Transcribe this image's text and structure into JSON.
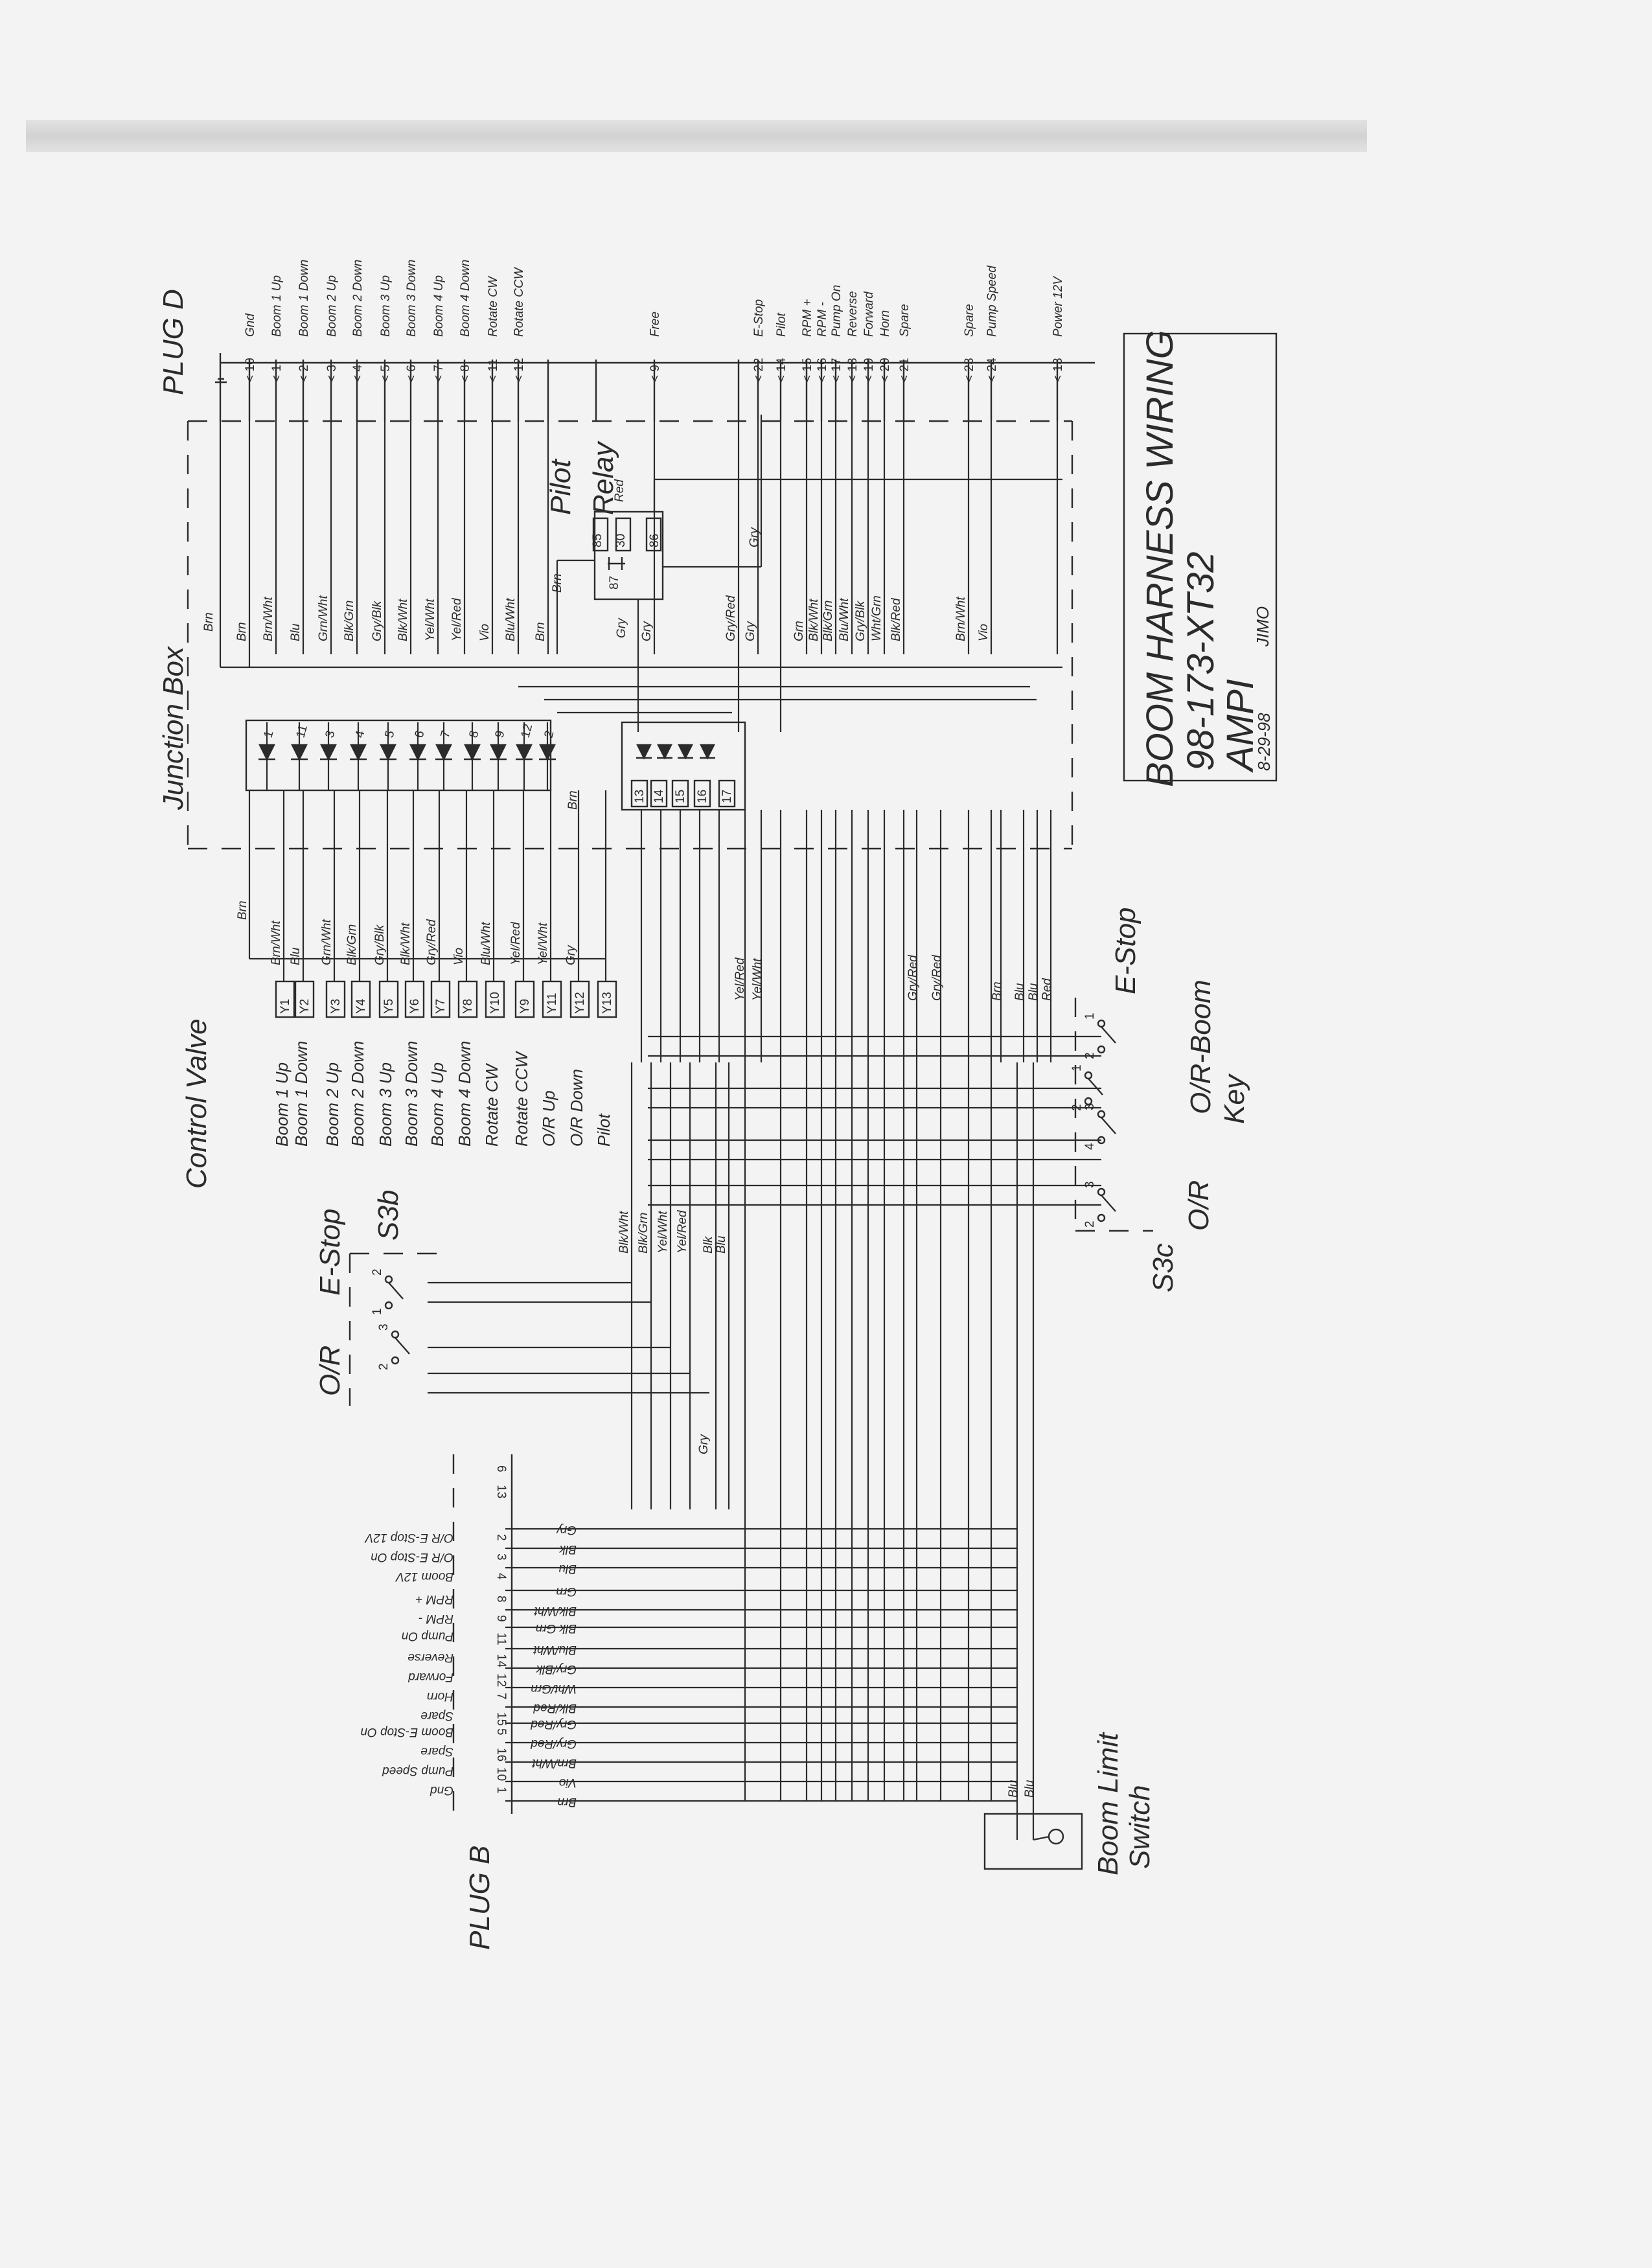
{
  "title_block": {
    "title": "BOOM HARNESS WIRING",
    "part_number": "98-173-XT32",
    "company": "AMPI",
    "date": "8-29-98",
    "author": "JIMO"
  },
  "labels": {
    "junction_box": "Junction Box",
    "plug_d": "PLUG D",
    "control_valve": "Control Valve",
    "pilot_relay_line1": "Pilot",
    "pilot_relay_line2": "Relay",
    "plug_b": "PLUG B",
    "s3b": "S3b",
    "s3b_estop": "E-Stop",
    "s3b_or": "O/R",
    "s3c": "S3c",
    "s3c_estop": "E-Stop",
    "s3c_or_boom": "O/R-Boom",
    "s3c_key": "Key",
    "s3c_or": "O/R",
    "boom_limit_line1": "Boom Limit",
    "boom_limit_line2": "Switch"
  },
  "relay": {
    "pins": [
      "85",
      "30",
      "86",
      "87"
    ],
    "wires": [
      "Red",
      "Brn",
      "Gry",
      "Gry"
    ]
  },
  "plug_d": {
    "groups": [
      {
        "wire": "Brn",
        "pin": "10",
        "func": "Gnd"
      },
      {
        "wire": "Brn/Wht",
        "pin": "1",
        "func": "Boom 1 Up"
      },
      {
        "wire": "Blu",
        "pin": "2",
        "func": "Boom 1 Down"
      },
      {
        "wire": "Grn/Wht",
        "pin": "3",
        "func": "Boom 2 Up"
      },
      {
        "wire": "Blk/Grn",
        "pin": "4",
        "func": "Boom 2 Down"
      },
      {
        "wire": "Gry/Blk",
        "pin": "5",
        "func": "Boom 3 Up"
      },
      {
        "wire": "Blk/Wht",
        "pin": "6",
        "func": "Boom 3 Down"
      },
      {
        "wire": "Yel/Wht",
        "pin": "7",
        "func": "Boom 4 Up"
      },
      {
        "wire": "Yel/Red",
        "pin": "8",
        "func": "Boom 4 Down"
      },
      {
        "wire": "Vio",
        "pin": "11",
        "func": "Rotate CW"
      },
      {
        "wire": "Blu/Wht",
        "pin": "12",
        "func": "Rotate CCW"
      },
      {
        "wire": "Brn",
        "pin": "",
        "func": ""
      },
      {
        "wire": "",
        "pin": "",
        "func": ""
      },
      {
        "wire": "Gry",
        "pin": "9",
        "func": "Free"
      },
      {
        "wire": "Gry/Red",
        "pin": "",
        "func": ""
      },
      {
        "wire": "Gry",
        "pin": "22",
        "func": "E-Stop"
      },
      {
        "wire": "",
        "pin": "14",
        "func": "Pilot"
      },
      {
        "wire": "Grn",
        "pin": "15",
        "func": "RPM +"
      },
      {
        "wire": "Blk/Wht",
        "pin": "16",
        "func": "RPM -"
      },
      {
        "wire": "Blk/Grn",
        "pin": "17",
        "func": "Pump On"
      },
      {
        "wire": "Blu/Wht",
        "pin": "18",
        "func": "Reverse"
      },
      {
        "wire": "Gry/Blk",
        "pin": "19",
        "func": "Forward"
      },
      {
        "wire": "Wht/Grn",
        "pin": "20",
        "func": "Horn"
      },
      {
        "wire": "Blk/Red",
        "pin": "21",
        "func": "Spare"
      },
      {
        "wire": "Brn/Wht",
        "pin": "23",
        "func": "Spare"
      },
      {
        "wire": "Vio",
        "pin": "24",
        "func": "Pump Speed"
      },
      {
        "wire": "",
        "pin": "13",
        "func": "Power 12V"
      }
    ]
  },
  "diode_numbers_a": [
    "1",
    "11",
    "3",
    "4",
    "5",
    "6",
    "7",
    "8",
    "9",
    "12",
    "2"
  ],
  "diode_numbers_b": [
    "13",
    "14",
    "15",
    "16",
    "17"
  ],
  "cv_solenoids": [
    {
      "wire": "Brn/Wht",
      "id": "Y1",
      "func": "Boom 1 Up"
    },
    {
      "wire": "Blu",
      "id": "Y2",
      "func": "Boom 1 Down"
    },
    {
      "wire": "Grn/Wht",
      "id": "Y3",
      "func": "Boom 2 Up"
    },
    {
      "wire": "Blk/Grn",
      "id": "Y4",
      "func": "Boom 2 Down"
    },
    {
      "wire": "Gry/Blk",
      "id": "Y5",
      "func": "Boom 3 Up"
    },
    {
      "wire": "Blk/Wht",
      "id": "Y6",
      "func": "Boom 3 Down"
    },
    {
      "wire": "Gry/Red",
      "id": "Y7",
      "func": "Boom 4 Up"
    },
    {
      "wire": "Vio",
      "id": "Y8",
      "func": "Boom 4 Down"
    },
    {
      "wire": "Blu/Wht",
      "id": "Y10",
      "func": "Rotate CW"
    },
    {
      "wire": "Yel/Red",
      "id": "Y9",
      "func": "Rotate CCW"
    },
    {
      "wire": "Yel/Wht",
      "id": "Y11",
      "func": "O/R Up"
    },
    {
      "wire": "Gry",
      "id": "Y12",
      "func": "O/R Down"
    },
    {
      "wire": "",
      "id": "Y13",
      "func": "Pilot"
    }
  ],
  "cv_ground": {
    "wire": "Brn"
  },
  "junction_box_wires": {
    "ground": "Brn",
    "center_ground": "Brn"
  },
  "middle_wires": {
    "yel_red": "Yel/Red",
    "yel_wht": "Yel/Wht",
    "gry_red_1": "Gry/Red",
    "gry_red_2": "Gry/Red",
    "brn": "Brn",
    "blu_1": "Blu",
    "blu_2": "Blu",
    "red": "Red"
  },
  "s3b_wires": [
    "Blk/Wht",
    "Blk/Grn",
    "Yel/Wht",
    "Yel/Red",
    "Blk",
    "Blu"
  ],
  "s3b_pins": {
    "estop_a": "2",
    "estop_b": "1",
    "or_a": "3",
    "or_b": "1",
    "or_c": "2"
  },
  "s3b_misc_wire": "Gry",
  "s3c_pins": {
    "estop_a": "1",
    "estop_b": "2",
    "boom_a": "1",
    "boom_b": "2",
    "key_a": "3",
    "key_b": "4",
    "key_c": "1",
    "key_d": "4",
    "or_a": "3",
    "or_b": "1",
    "or_c": "2"
  },
  "plug_b": {
    "pins": [
      {
        "pin": "2",
        "wire": "Gry",
        "func": "O/R E-Stop 12V"
      },
      {
        "pin": "3",
        "wire": "Blk",
        "func": "O/R E-Stop On"
      },
      {
        "pin": "4",
        "wire": "Blu",
        "func": "Boom 12V"
      },
      {
        "pin": "8",
        "wire": "Grn",
        "func": "RPM +"
      },
      {
        "pin": "9",
        "wire": "Blk/Wht",
        "func": "RPM -"
      },
      {
        "pin": "11",
        "wire": "Blk Grn",
        "func": "Pump On"
      },
      {
        "pin": "14",
        "wire": "Blu/Wht",
        "func": "Reverse"
      },
      {
        "pin": "12",
        "wire": "Gry/Blk",
        "func": "Forward"
      },
      {
        "pin": "7",
        "wire": "Wht/Grn",
        "func": "Horn"
      },
      {
        "pin": "15",
        "wire": "Blk/Red",
        "func": "Spare"
      },
      {
        "pin": "5",
        "wire": "Gry/Red",
        "func": "Boom E-Stop On"
      },
      {
        "pin": "16",
        "wire": "Gry/Red",
        "func": "Spare"
      },
      {
        "pin": "10",
        "wire": "Brn/Wht",
        "func": "Pump Speed"
      },
      {
        "pin": "1",
        "wire": "Vio",
        "func": "Gnd"
      },
      {
        "pin": "",
        "wire": "Brn",
        "func": ""
      }
    ],
    "extra_pins": [
      "6",
      "13"
    ]
  },
  "boom_limit_wires": [
    "Blu",
    "Blu"
  ],
  "colors": {
    "ink": "#2b2b2b",
    "paper": "#f3f3f3"
  }
}
